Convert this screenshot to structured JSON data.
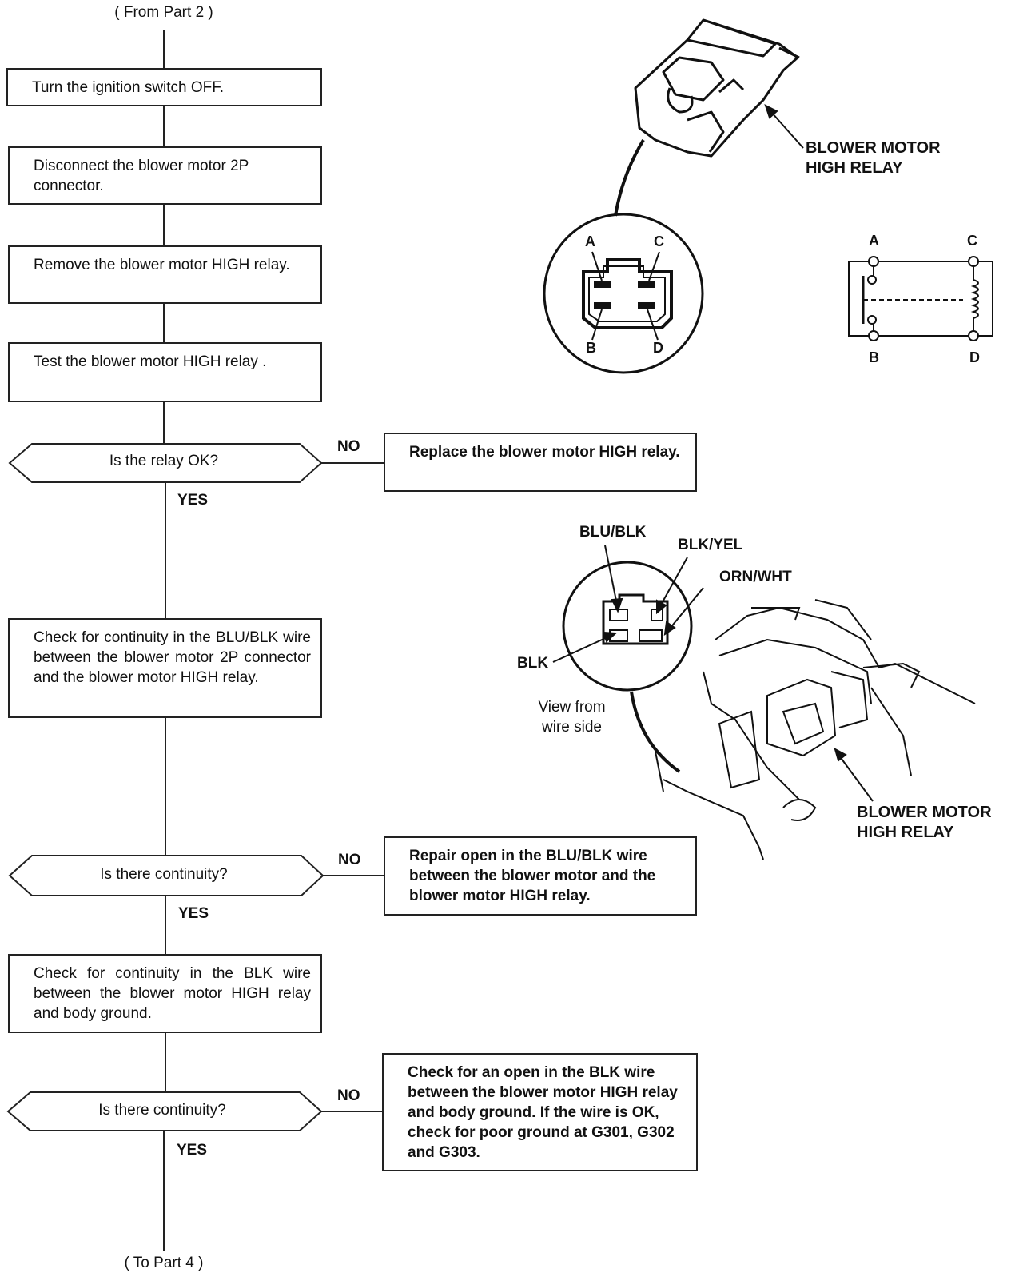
{
  "flow": {
    "from_label": "( From Part 2 )",
    "to_label": "( To Part 4 )",
    "steps": [
      "Turn the ignition switch OFF.",
      "Disconnect the blower motor 2P connector.",
      "Remove the blower motor HIGH relay.",
      "Test the blower motor HIGH relay .",
      "Check for continuity in the BLU/BLK wire between the blower motor 2P connector and the blower motor HIGH relay.",
      "Check for continuity in the BLK wire between the blower motor HIGH relay and body ground."
    ],
    "decisions": [
      "Is the relay OK?",
      "Is there continuity?",
      "Is there continuity?"
    ],
    "yes_label": "YES",
    "no_label": "NO",
    "no_actions": [
      "Replace the blower motor HIGH relay.",
      "Repair open in the BLU/BLK wire between the blower motor and the blower motor HIGH relay.",
      "Check for an open in the BLK wire between the blower motor HIGH relay and body ground. If the wire is OK, check for poor ground at G301, G302 and G303."
    ]
  },
  "relay_diagram": {
    "title": "BLOWER MOTOR HIGH RELAY",
    "pins": [
      "A",
      "B",
      "C",
      "D"
    ]
  },
  "location_diagram": {
    "wires": [
      "BLU/BLK",
      "BLK/YEL",
      "ORN/WHT",
      "BLK"
    ],
    "view_note": "View from wire side",
    "relay_label": "BLOWER MOTOR HIGH RELAY"
  }
}
